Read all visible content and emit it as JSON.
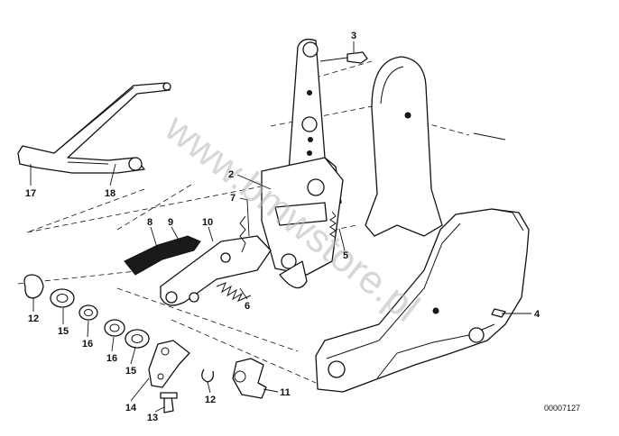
{
  "diagram": {
    "document_number": "00007127",
    "watermark": "www.bmwstore.pl",
    "callouts": [
      {
        "id": "c3",
        "label": "3"
      },
      {
        "id": "c2",
        "label": "2"
      },
      {
        "id": "c7",
        "label": "7"
      },
      {
        "id": "c17",
        "label": "17"
      },
      {
        "id": "c18",
        "label": "18"
      },
      {
        "id": "c8",
        "label": "8"
      },
      {
        "id": "c9",
        "label": "9"
      },
      {
        "id": "c10",
        "label": "10"
      },
      {
        "id": "c5",
        "label": "5"
      },
      {
        "id": "c6",
        "label": "6"
      },
      {
        "id": "c4",
        "label": "4"
      },
      {
        "id": "c12a",
        "label": "12"
      },
      {
        "id": "c15a",
        "label": "15"
      },
      {
        "id": "c16a",
        "label": "16"
      },
      {
        "id": "c16b",
        "label": "16"
      },
      {
        "id": "c15b",
        "label": "15"
      },
      {
        "id": "c14",
        "label": "14"
      },
      {
        "id": "c13",
        "label": "13"
      },
      {
        "id": "c12b",
        "label": "12"
      },
      {
        "id": "c11",
        "label": "11"
      }
    ]
  }
}
